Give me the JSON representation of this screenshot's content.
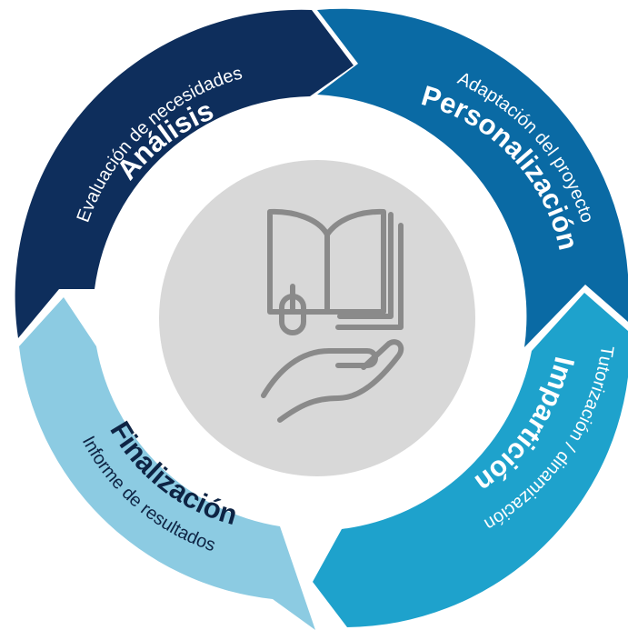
{
  "colors": {
    "analisis": "#0e2e5c",
    "personalizacion": "#0a6aa4",
    "imparticion": "#1ea2cc",
    "finalizacion": "#8ccbe2",
    "center": "#d8d8d8",
    "icon": "#8a8a8a",
    "dark_text": "#0e2444"
  },
  "center": {
    "icon": "book-hand-mouse-icon"
  },
  "segments": [
    {
      "id": "analisis",
      "title": "Análisis",
      "subtitle": "Evaluación de necesidades"
    },
    {
      "id": "personalizacion",
      "title": "Personalización",
      "subtitle": "Adaptación del proyecto"
    },
    {
      "id": "imparticion",
      "title": "Impartición",
      "subtitle": "Tutorización / dinamización"
    },
    {
      "id": "finalizacion",
      "title": "Finalización",
      "subtitle": "Informe de resultados"
    }
  ]
}
